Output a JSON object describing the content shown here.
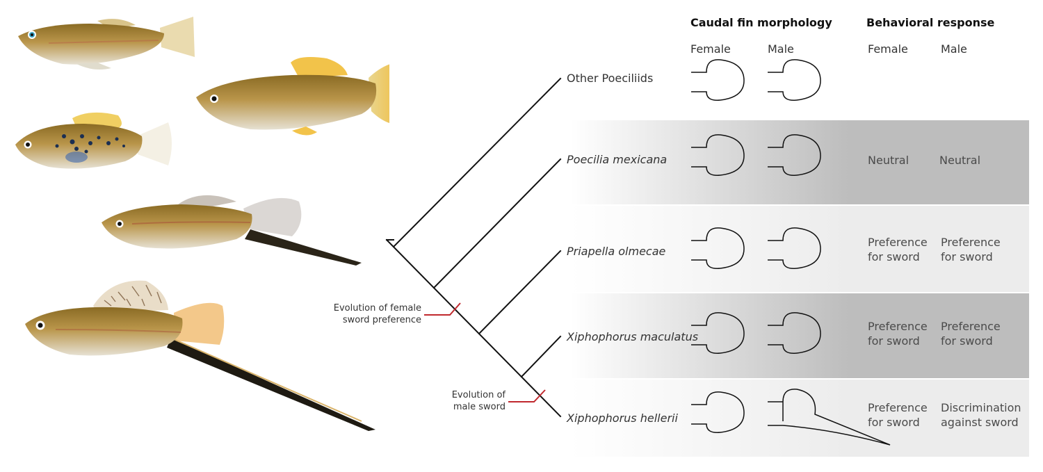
{
  "headers": {
    "caudal": "Caudal fin morphology",
    "behavior": "Behavioral response",
    "female": "Female",
    "male": "Male"
  },
  "species": [
    {
      "name": "Other Poeciliids",
      "italic": false,
      "female_behavior": "",
      "male_behavior": ""
    },
    {
      "name": "Poecilia mexicana",
      "italic": true,
      "female_behavior": "Neutral",
      "male_behavior": "Neutral"
    },
    {
      "name": "Priapella olmecae",
      "italic": true,
      "female_behavior": "Preference\nfor sword",
      "male_behavior": "Preference\nfor sword"
    },
    {
      "name": "Xiphophorus maculatus",
      "italic": true,
      "female_behavior": "Preference\nfor sword",
      "male_behavior": "Preference\nfor sword"
    },
    {
      "name": "Xiphophorus hellerii",
      "italic": true,
      "female_behavior": "Preference\nfor sword",
      "male_behavior": "Discrimination\nagainst sword"
    }
  ],
  "annotations": {
    "female_pref": "Evolution of female\nsword preference",
    "male_sword": "Evolution of\nmale sword"
  },
  "colors": {
    "band_dark": "#bdbdbd",
    "band_light": "#ececec",
    "marker": "#c0282d"
  }
}
